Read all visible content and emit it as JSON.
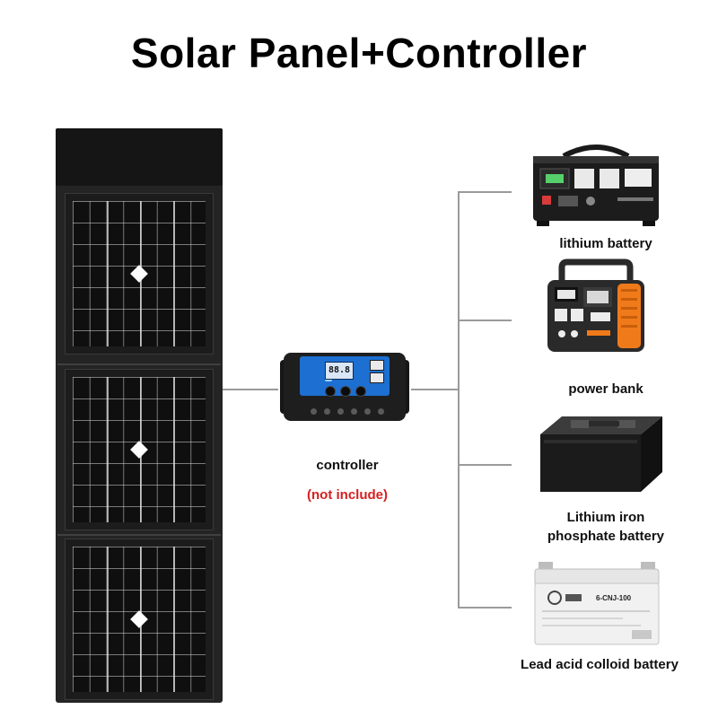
{
  "title": "Solar Panel+Controller",
  "controller": {
    "label": "controller",
    "note": "(not include)",
    "lcd": "88.8"
  },
  "batteries": [
    {
      "label": "lithium battery",
      "icon": "lithium-battery-icon"
    },
    {
      "label": "power bank",
      "icon": "power-bank-icon"
    },
    {
      "label_line1": "Lithium iron",
      "label_line2": "phosphate battery",
      "icon": "lifepo4-battery-icon"
    },
    {
      "label": "Lead acid colloid battery",
      "icon": "lead-acid-battery-icon",
      "brand_text": "6-CNJ-100"
    }
  ],
  "colors": {
    "note": "#d61f1f",
    "connector": "#9a9a9a",
    "controller_face": "#1d6fd1",
    "power_bank_accent": "#f07a1a"
  }
}
